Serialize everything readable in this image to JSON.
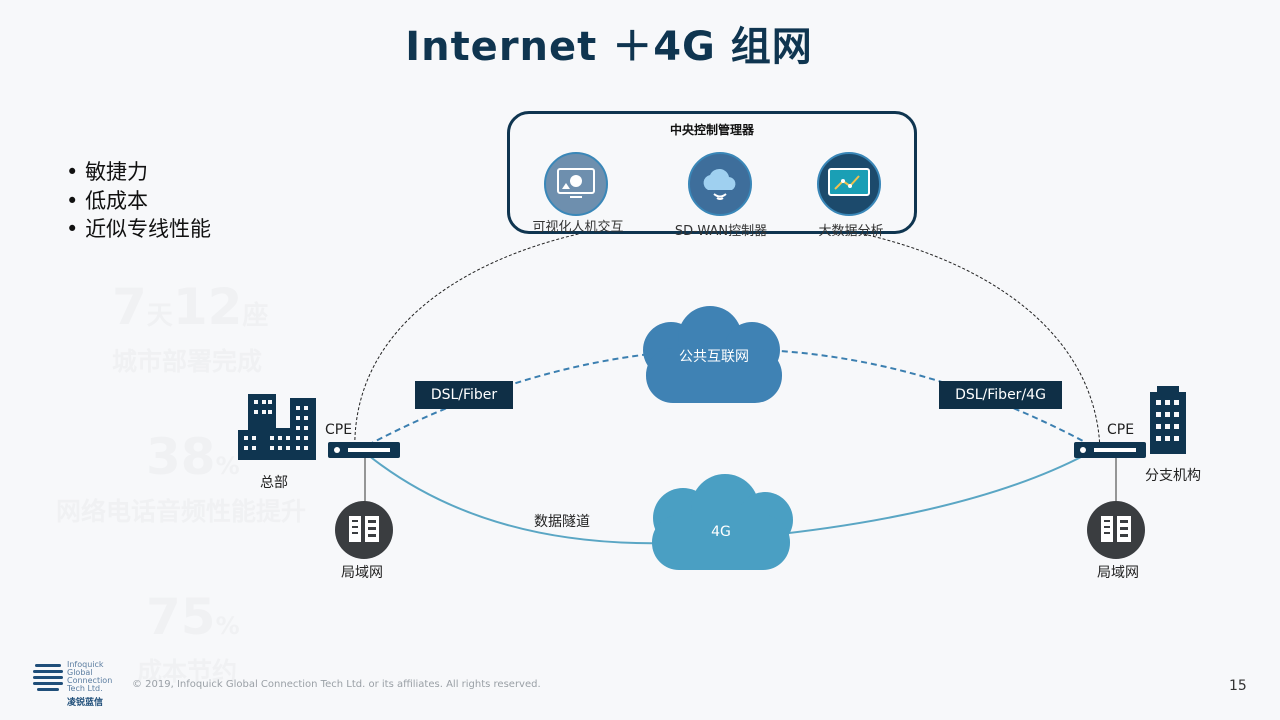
{
  "title": "Internet ＋4G 组网",
  "bullets": [
    "敏捷力",
    "低成本",
    "近似专线性能"
  ],
  "watermark": {
    "stat1_num": "7",
    "stat1_unit1": "天",
    "stat1_num2": "12",
    "stat1_unit2": "座",
    "stat1_caption": "城市部署完成",
    "stat2_num": "38",
    "stat2_unit": "%",
    "stat2_caption": "网络电话音频性能提升",
    "stat3_num": "75",
    "stat3_unit": "%",
    "stat3_caption": "成本节约"
  },
  "controller": {
    "title": "中央控制管理器",
    "items": [
      {
        "label": "可视化人机交互",
        "icon": "visual-hmi-icon"
      },
      {
        "label": "SD-WAN控制器",
        "icon": "sdwan-controller-icon"
      },
      {
        "label": "大数据分析",
        "icon": "big-data-icon"
      }
    ]
  },
  "network": {
    "left_link_label": "DSL/Fiber",
    "right_link_label": "DSL/Fiber/4G",
    "internet_cloud_label": "公共互联网",
    "lte_cloud_label": "4G",
    "tunnel_label": "数据隧道",
    "cpe_left_label": "CPE",
    "cpe_right_label": "CPE",
    "hq_label": "总部",
    "branch_label": "分支机构",
    "lan_left_label": "局域网",
    "lan_right_label": "局域网"
  },
  "footer": {
    "logo_lines": [
      "Infoquick",
      "Global",
      "Connection",
      "Tech Ltd."
    ],
    "logo_cn": "凌锐蓝信",
    "copyright": "© 2019, Infoquick Global Connection Tech Ltd. or its affiliates. All rights reserved.",
    "page_number": "15"
  },
  "colors": {
    "navy": "#0f3550",
    "tag_bg": "#0f2f46",
    "internet_cloud": "#3f82b4",
    "lte_cloud": "#4a9fc3",
    "dashed_link": "#3b7fb0",
    "tunnel": "#5aa6c4"
  }
}
